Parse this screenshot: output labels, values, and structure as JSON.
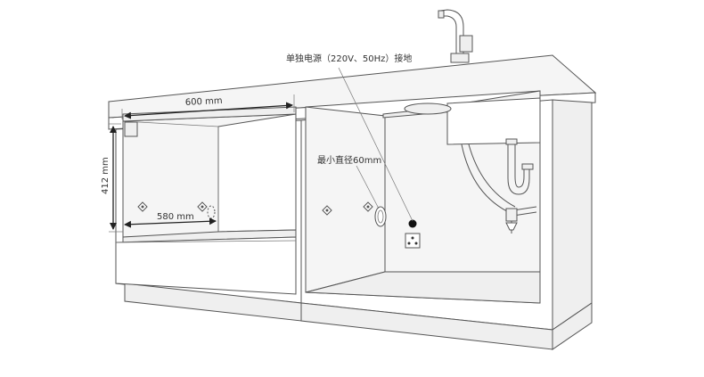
{
  "labels": {
    "power": "单独电源（220V、50Hz）接地",
    "diameter": "最小直径60mm",
    "width_top": "600 mm",
    "height": "412 mm",
    "width_bottom": "580 mm"
  }
}
